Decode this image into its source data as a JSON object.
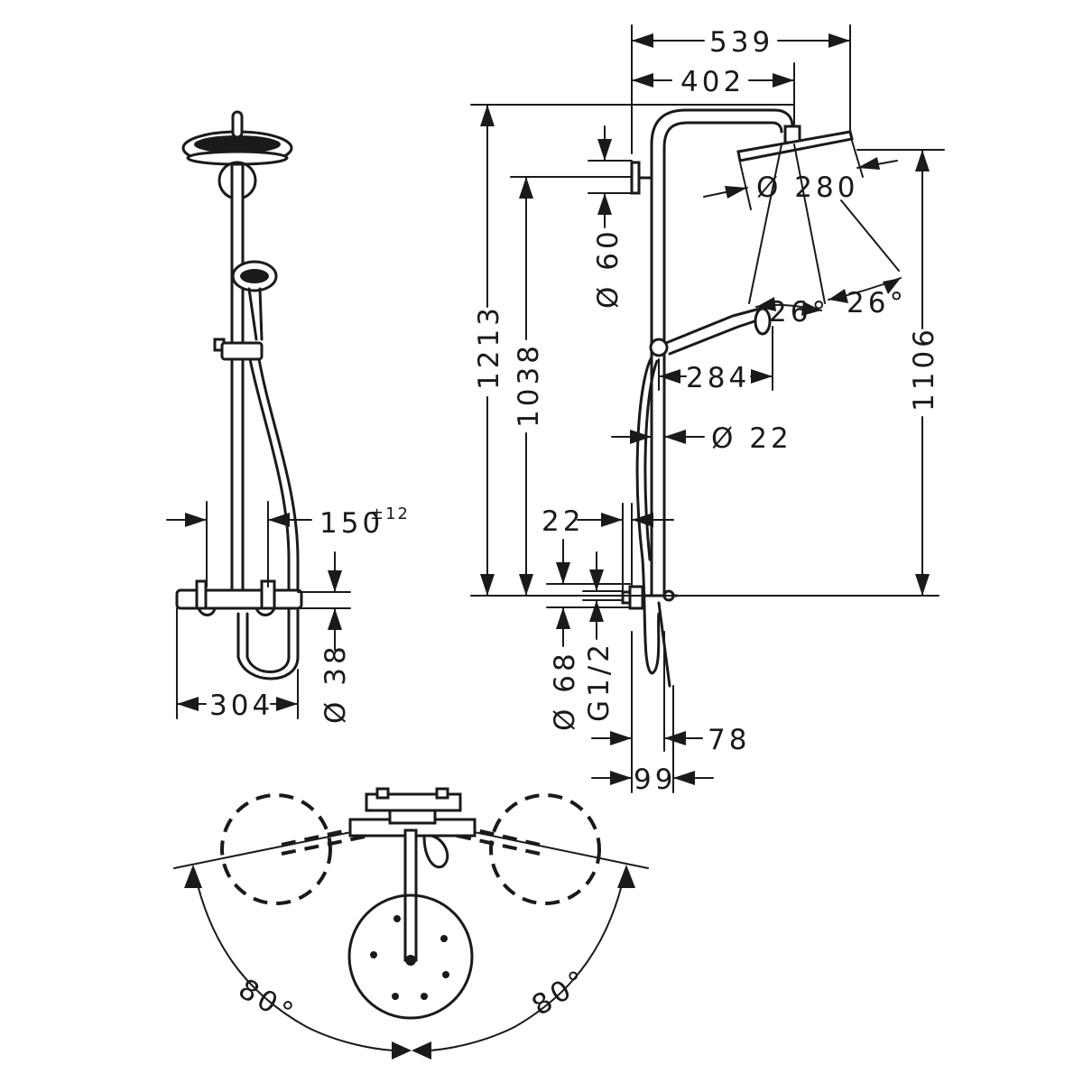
{
  "diagram": {
    "left_view": {
      "width": "304",
      "spacing": "150",
      "spacing_tolerance": "±12",
      "mixer_diameter": "Ø 38"
    },
    "side_view": {
      "reach_overall": "539",
      "reach_arm": "402",
      "height_overall": "1213",
      "height_bracket": "1038",
      "height_head": "1106",
      "bracket_diameter": "Ø 60",
      "head_diameter": "Ø 280",
      "tilt_left": "26°",
      "tilt_right": "26°",
      "handshower_length": "284",
      "pipe_diameter": "Ø 22",
      "offset": "22",
      "connection_diameter": "Ø 68",
      "thread": "G1/2",
      "depth_78": "78",
      "depth_99": "99"
    },
    "top_view": {
      "angle_left": "80°",
      "angle_right": "80°"
    }
  }
}
